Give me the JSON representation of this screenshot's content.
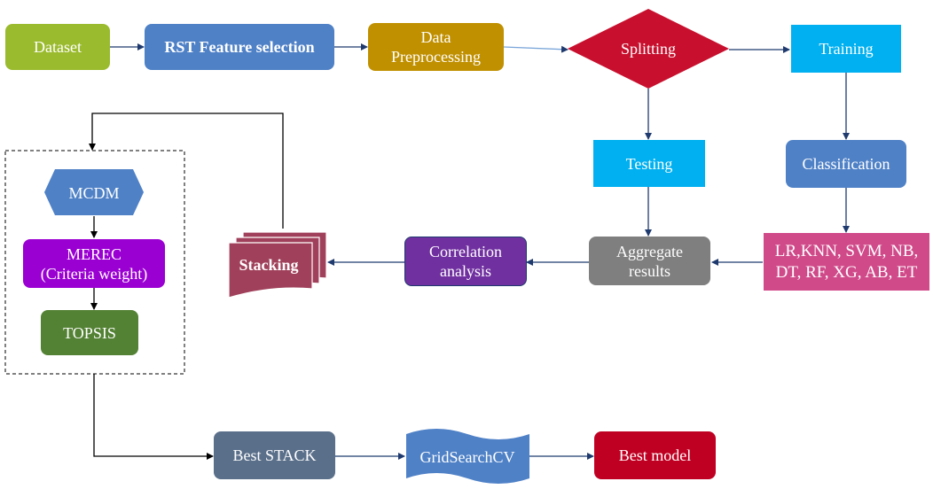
{
  "colors": {
    "dataset": "#9bbb2e",
    "rst": "#4f81c7",
    "preprocessing": "#c09000",
    "splitting": "#c8102e",
    "training": "#00b0f0",
    "testing": "#00b0f0",
    "classification": "#4f81c7",
    "classifiers": "#d04a8a",
    "aggregate": "#7f7f7f",
    "correlation": "#7030a0",
    "stacking": "#a0405a",
    "mcdm": "#4f81c7",
    "merec": "#9b00d3",
    "topsis": "#548235",
    "best_stack": "#5a6f8a",
    "gridsearch": "#4f81c7",
    "best_model": "#c00022",
    "arrow": "#1f3a6e"
  },
  "nodes": {
    "dataset": "Dataset",
    "rst": "RST Feature selection",
    "preprocessing_line1": "Data",
    "preprocessing_line2": "Preprocessing",
    "splitting": "Splitting",
    "training": "Training",
    "testing": "Testing",
    "classification": "Classification",
    "classifiers_line1": "LR,KNN, SVM, NB,",
    "classifiers_line2": "DT, RF, XG, AB, ET",
    "aggregate_line1": "Aggregate",
    "aggregate_line2": "results",
    "correlation_line1": "Correlation",
    "correlation_line2": "analysis",
    "stacking": "Stacking",
    "mcdm": "MCDM",
    "merec_line1": "MEREC",
    "merec_line2": "(Criteria weight)",
    "topsis": "TOPSIS",
    "best_stack": "Best STACK",
    "gridsearch": "GridSearchCV",
    "best_model": "Best model"
  }
}
